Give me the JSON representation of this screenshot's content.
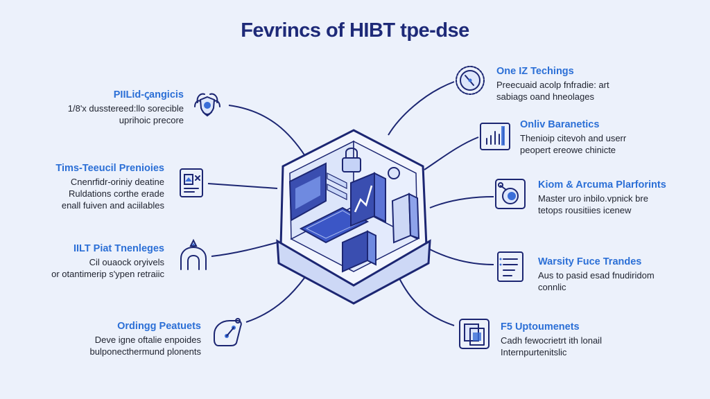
{
  "title": "Fevrincs of HIBT tpe-dse",
  "left_items": [
    {
      "heading": "PIILid-ꞔangicis",
      "lines": [
        "1/8'x dusstereed:llo sorecible",
        "uprihoic precore"
      ],
      "icon": "alarm-shield-icon"
    },
    {
      "heading": "Tims-Teeucil Prenioies",
      "lines": [
        "Cnenrfidr-oriniy deatine",
        "Ruldations corthe erade",
        "enall fuiven and aciilables"
      ],
      "icon": "document-icon"
    },
    {
      "heading": "IILT Piat Tnenleges",
      "lines": [
        "Cil ouaock oryivels",
        "or otantimerip s'ypen retraiic"
      ],
      "icon": "alert-arch-icon"
    },
    {
      "heading": "Ordingg Peatuets",
      "lines": [
        "Deve igne oftalie enpoides",
        "bulponecthermund plonents"
      ],
      "icon": "node-tag-icon"
    }
  ],
  "right_items": [
    {
      "heading": "One IZ Techings",
      "lines": [
        "Preecuaid acolp fnfradie: art",
        "sabiags oand hneolages"
      ],
      "icon": "gauge-icon"
    },
    {
      "heading": "Onliv Baranetics",
      "lines": [
        "Thenioip citevoh and userr",
        "peopert ereowe chinicte"
      ],
      "icon": "bar-chart-icon"
    },
    {
      "heading": "Kiom & Arcuma Plarforints",
      "lines": [
        "Master uro inbilo.vpnick bre",
        "tetops rousitiies icenew"
      ],
      "icon": "globe-icon"
    },
    {
      "heading": "Warsity Fuce Trandes",
      "lines": [
        "Aus to pasid esad fnudiridom",
        "connlic"
      ],
      "icon": "list-icon"
    },
    {
      "heading": "F5 Uptoumenets",
      "lines": [
        "Cadh fewocrietrt ith lonail",
        "Internpurtenitslic"
      ],
      "icon": "files-icon"
    }
  ],
  "colors": {
    "background": "#ecf1fb",
    "heading": "#2b6fd6",
    "title": "#1e2a78",
    "stroke": "#1c2672"
  }
}
